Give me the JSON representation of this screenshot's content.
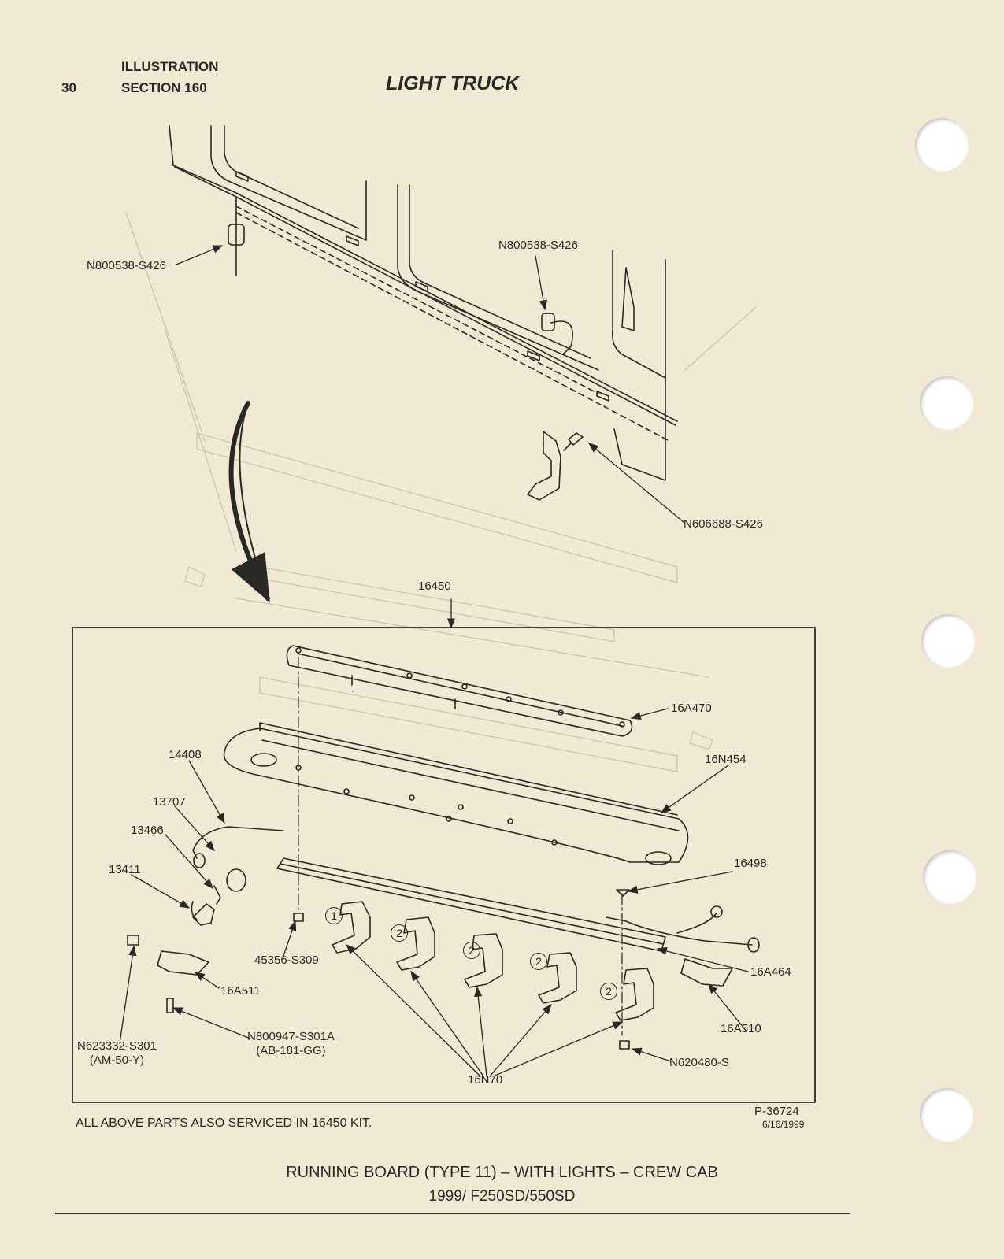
{
  "header": {
    "page_number": "30",
    "line1": "ILLUSTRATION",
    "line2": "SECTION 160",
    "title": "LIGHT TRUCK"
  },
  "callouts": {
    "n800538_left": "N800538-S426",
    "n800538_right": "N800538-S426",
    "n606688": "N606688-S426",
    "p16450": "16450",
    "p16a470": "16A470",
    "p16n454": "16N454",
    "p14408": "14408",
    "p13707": "13707",
    "p13466": "13466",
    "p13411": "13411",
    "p16498": "16498",
    "p45356": "45356-S309",
    "p16a464": "16A464",
    "p16a511": "16A511",
    "p16a510": "16A510",
    "n623332": "N623332-S301\n(AM-50-Y)",
    "n800947": "N800947-S301A\n(AB-181-GG)",
    "n620480": "N620480-S",
    "p16n70": "16N70"
  },
  "bracket_markers": [
    "1",
    "2",
    "2",
    "2",
    "2"
  ],
  "footnote": "ALL ABOVE PARTS ALSO SERVICED IN 16450 KIT.",
  "reference": {
    "number": "P-36724",
    "date": "6/16/1999"
  },
  "caption": {
    "line1": "RUNNING BOARD (TYPE 11) – WITH LIGHTS – CREW CAB",
    "line2": "1999/ F250SD/550SD"
  }
}
